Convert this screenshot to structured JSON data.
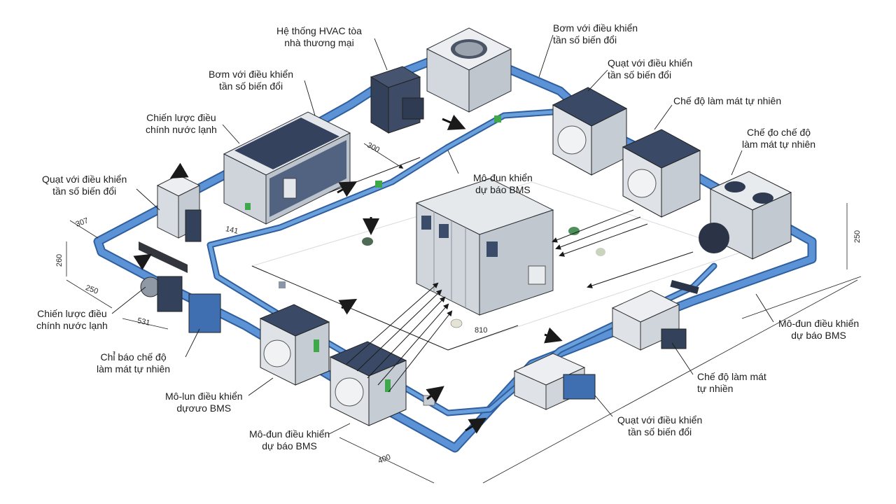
{
  "colors": {
    "pipe": "#4a82c8",
    "pipe_dark": "#2f5f9e",
    "unit_light": "#e7eaee",
    "unit_mid": "#c9cfd6",
    "unit_dark": "#3a4a66",
    "accent_green": "#3ea84a",
    "outline": "#2b2f36"
  },
  "icons": [
    "fan-icon",
    "pump-icon",
    "arrow-icon",
    "sensor-icon"
  ],
  "labels": {
    "hvac_system": "Hệ thống HVAC tòa\nnhà thương mại",
    "pump_vfd_top": "Bơm với điều khiển\ntần số biến đổi",
    "fan_vfd_top": "Quạt với điều khiển\ntần số biến đổi",
    "free_cooling_top": "Chế độ làm mát tự nhiên",
    "free_cooling_pred": "Chế đ̣o chế độ\nlàm mát tự nhiên",
    "pump_vfd_left": "Bơm với điều khiển\ntần số biến đổi",
    "chilled_water_top": "Chiến lược điều\nchính nước lạnh",
    "fan_vfd_left": "Quạt với điều khiển\ntần số biến đổi",
    "bms_forecast_center": "Mô-đun khiển\ndự báo BMS",
    "chilled_water_left": "Chiến lược điều\nchính nước lạnh",
    "free_cooling_indicator": "Chỉ̉ báo chế độ\nlàm mát tự nhiên",
    "bms_module_left": "Mô-lun điều khiển\ndựơưo BMS",
    "bms_module_bottom": "Mô-đun điều khiển\ndự báo BMS",
    "bms_module_right": "Mô-đun điều khiển\ndự báo BMS",
    "free_cooling_right": "Chế độ làm mát\ntự nhiền",
    "fan_vfd_bottom": "Quạt với điều khiển\ntần số biến đổi"
  },
  "dimensions": {
    "d300": "300",
    "d307": "307",
    "d141": "141",
    "d250_left": "250",
    "d260": "260",
    "d531": "531",
    "d810": "810",
    "d400": "400",
    "d250_right": "250"
  }
}
